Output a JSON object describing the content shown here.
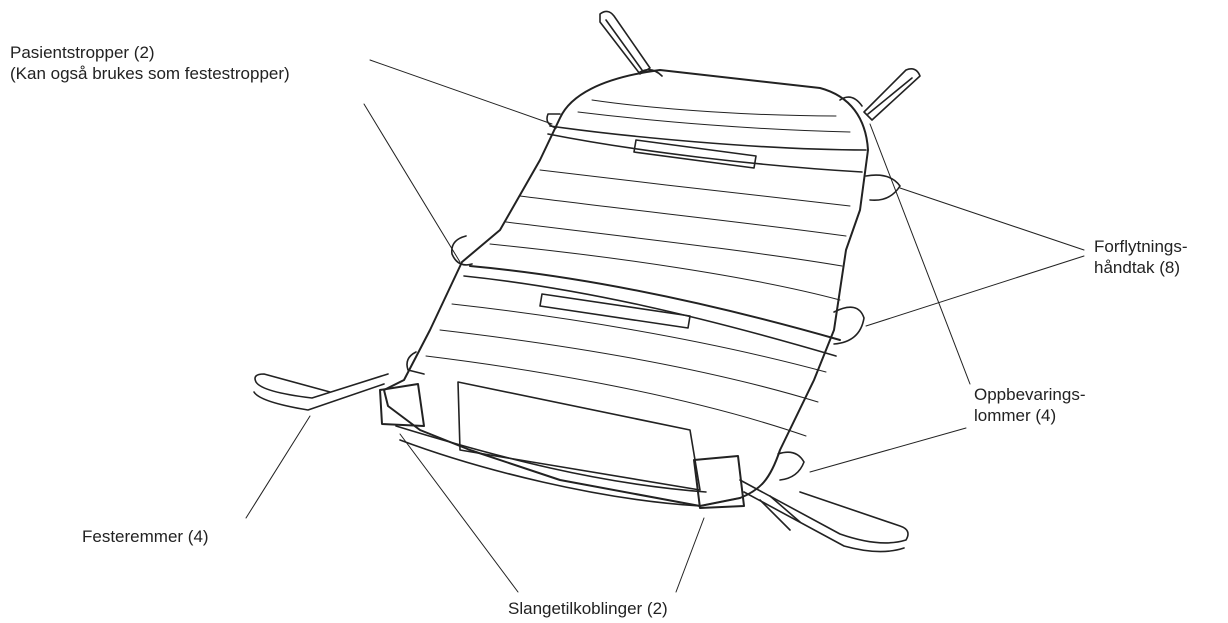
{
  "colors": {
    "ink": "#222222",
    "background": "#ffffff"
  },
  "labels": {
    "patient_straps": {
      "line1": "Pasientstropper (2)",
      "line2": "(Kan også brukes som festestropper)"
    },
    "transfer_handles": {
      "line1": "Forflytnings-",
      "line2": "håndtak (8)"
    },
    "storage_pockets": {
      "line1": "Oppbevarings-",
      "line2": "lommer (4)"
    },
    "fastening_belts": "Festeremmer (4)",
    "hose_connectors": "Slangetilkoblinger (2)"
  }
}
